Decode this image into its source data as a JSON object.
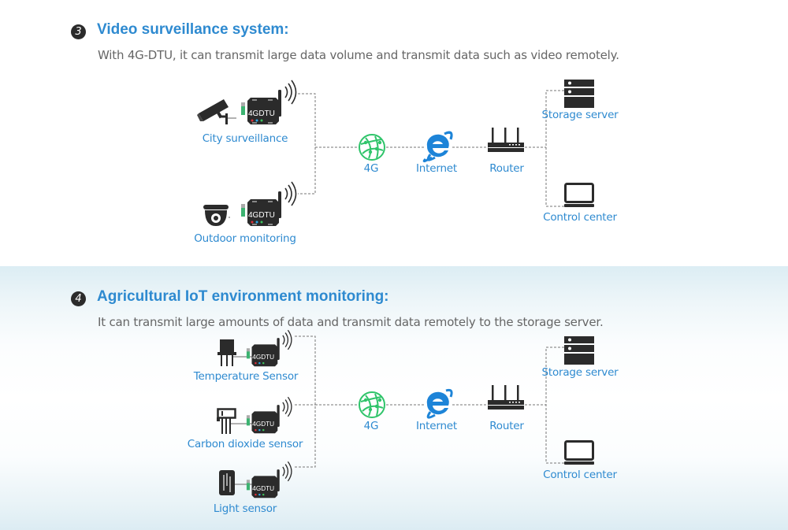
{
  "sections": [
    {
      "number": "3",
      "title": "Video surveillance system:",
      "description": "With 4G-DTU, it can transmit large data volume and transmit data such as video remotely.",
      "sources": [
        {
          "label": "City surveillance",
          "icon": "security-camera-icon",
          "device_label": "4GDTU"
        },
        {
          "label": "Outdoor monitoring",
          "icon": "dome-camera-icon",
          "device_label": "4GDTU"
        }
      ],
      "network": [
        {
          "label": "4G",
          "icon": "globe-network-icon"
        },
        {
          "label": "Internet",
          "icon": "internet-explorer-icon"
        },
        {
          "label": "Router",
          "icon": "router-icon"
        }
      ],
      "destinations": [
        {
          "label": "Storage server",
          "icon": "server-icon"
        },
        {
          "label": "Control center",
          "icon": "laptop-icon"
        }
      ]
    },
    {
      "number": "4",
      "title": "Agricultural IoT environment monitoring:",
      "description": "It can transmit large amounts of data and transmit data remotely to the storage server.",
      "sources": [
        {
          "label": "Temperature Sensor",
          "icon": "temperature-sensor-icon",
          "device_label": "4GDTU"
        },
        {
          "label": "Carbon dioxide sensor",
          "icon": "co2-sensor-icon",
          "device_label": "4GDTU"
        },
        {
          "label": "Light sensor",
          "icon": "light-sensor-icon",
          "device_label": "4GDTU"
        }
      ],
      "network": [
        {
          "label": "4G",
          "icon": "globe-network-icon"
        },
        {
          "label": "Internet",
          "icon": "internet-explorer-icon"
        },
        {
          "label": "Router",
          "icon": "router-icon"
        }
      ],
      "destinations": [
        {
          "label": "Storage server",
          "icon": "server-icon"
        },
        {
          "label": "Control center",
          "icon": "laptop-icon"
        }
      ]
    }
  ],
  "colors": {
    "accent": "#2e8ad0",
    "text": "#666666",
    "network_green": "#2fc46a",
    "ie_blue": "#1d84d8",
    "device": "#2b2b2b"
  }
}
